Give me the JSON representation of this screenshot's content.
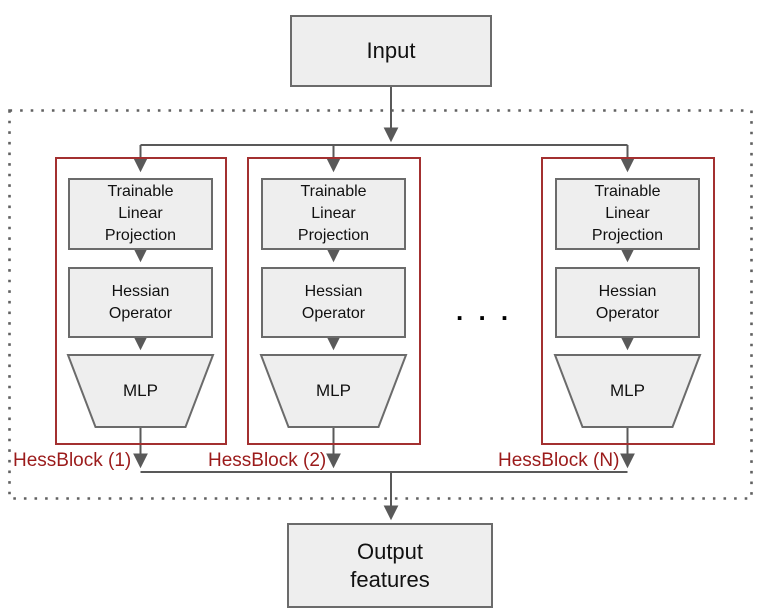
{
  "diagram": {
    "title_semantic": "HessBlock architecture diagram",
    "input_label": "Input",
    "output_label": "Output\nfeatures",
    "ellipsis": ". . .",
    "blocks": [
      {
        "label": "HessBlock (1)",
        "linear_label": "Trainable\nLinear\nProjection",
        "hessian_label": "Hessian\nOperator",
        "mlp_label": "MLP"
      },
      {
        "label": "HessBlock (2)",
        "linear_label": "Trainable\nLinear\nProjection",
        "hessian_label": "Hessian\nOperator",
        "mlp_label": "MLP"
      },
      {
        "label": "HessBlock (N)",
        "linear_label": "Trainable\nLinear\nProjection",
        "hessian_label": "Hessian\nOperator",
        "mlp_label": "MLP"
      }
    ],
    "colors": {
      "node_fill": "#eeeeee",
      "node_border": "#6b6b6b",
      "block_border": "#a33030",
      "block_label_text": "#9b1b1b",
      "arrow": "#595959",
      "dotted_border": "#616161"
    }
  }
}
